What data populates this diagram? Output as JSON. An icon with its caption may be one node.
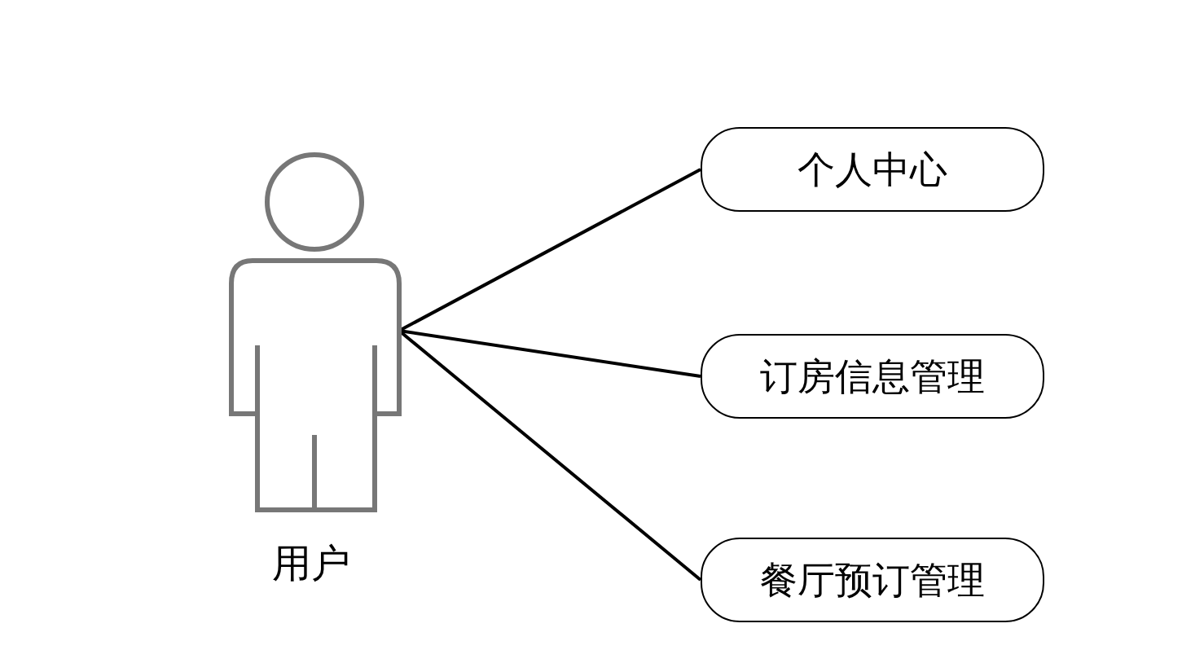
{
  "diagram": {
    "nodes": [
      {
        "text": [
          "用户"
        ]
      },
      {
        "text": [
          "个人中心"
        ]
      },
      {
        "text": [
          "订房信息管理"
        ]
      },
      {
        "text": [
          "餐厅预订管理"
        ]
      }
    ],
    "edges": [
      {
        "from": 0,
        "to": 1,
        "arrow": "none"
      },
      {
        "from": 0,
        "to": 2,
        "arrow": "none"
      },
      {
        "from": 0,
        "to": 3,
        "arrow": "none"
      }
    ]
  }
}
